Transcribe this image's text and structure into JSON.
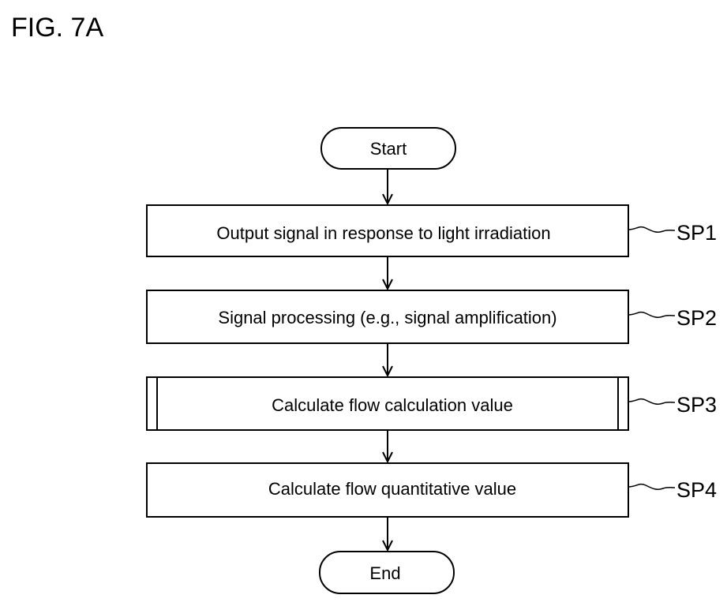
{
  "figure": {
    "title": "FIG. 7A"
  },
  "flowchart": {
    "start_label": "Start",
    "end_label": "End",
    "steps": [
      {
        "id": "SP1",
        "text": "Output signal in response to light irradiation",
        "kind": "process"
      },
      {
        "id": "SP2",
        "text": "Signal processing (e.g., signal amplification)",
        "kind": "process"
      },
      {
        "id": "SP3",
        "text": "Calculate flow calculation value",
        "kind": "predefined-process"
      },
      {
        "id": "SP4",
        "text": "Calculate flow quantitative value",
        "kind": "process"
      }
    ]
  },
  "colors": {
    "line": "#000000",
    "background": "#ffffff"
  }
}
